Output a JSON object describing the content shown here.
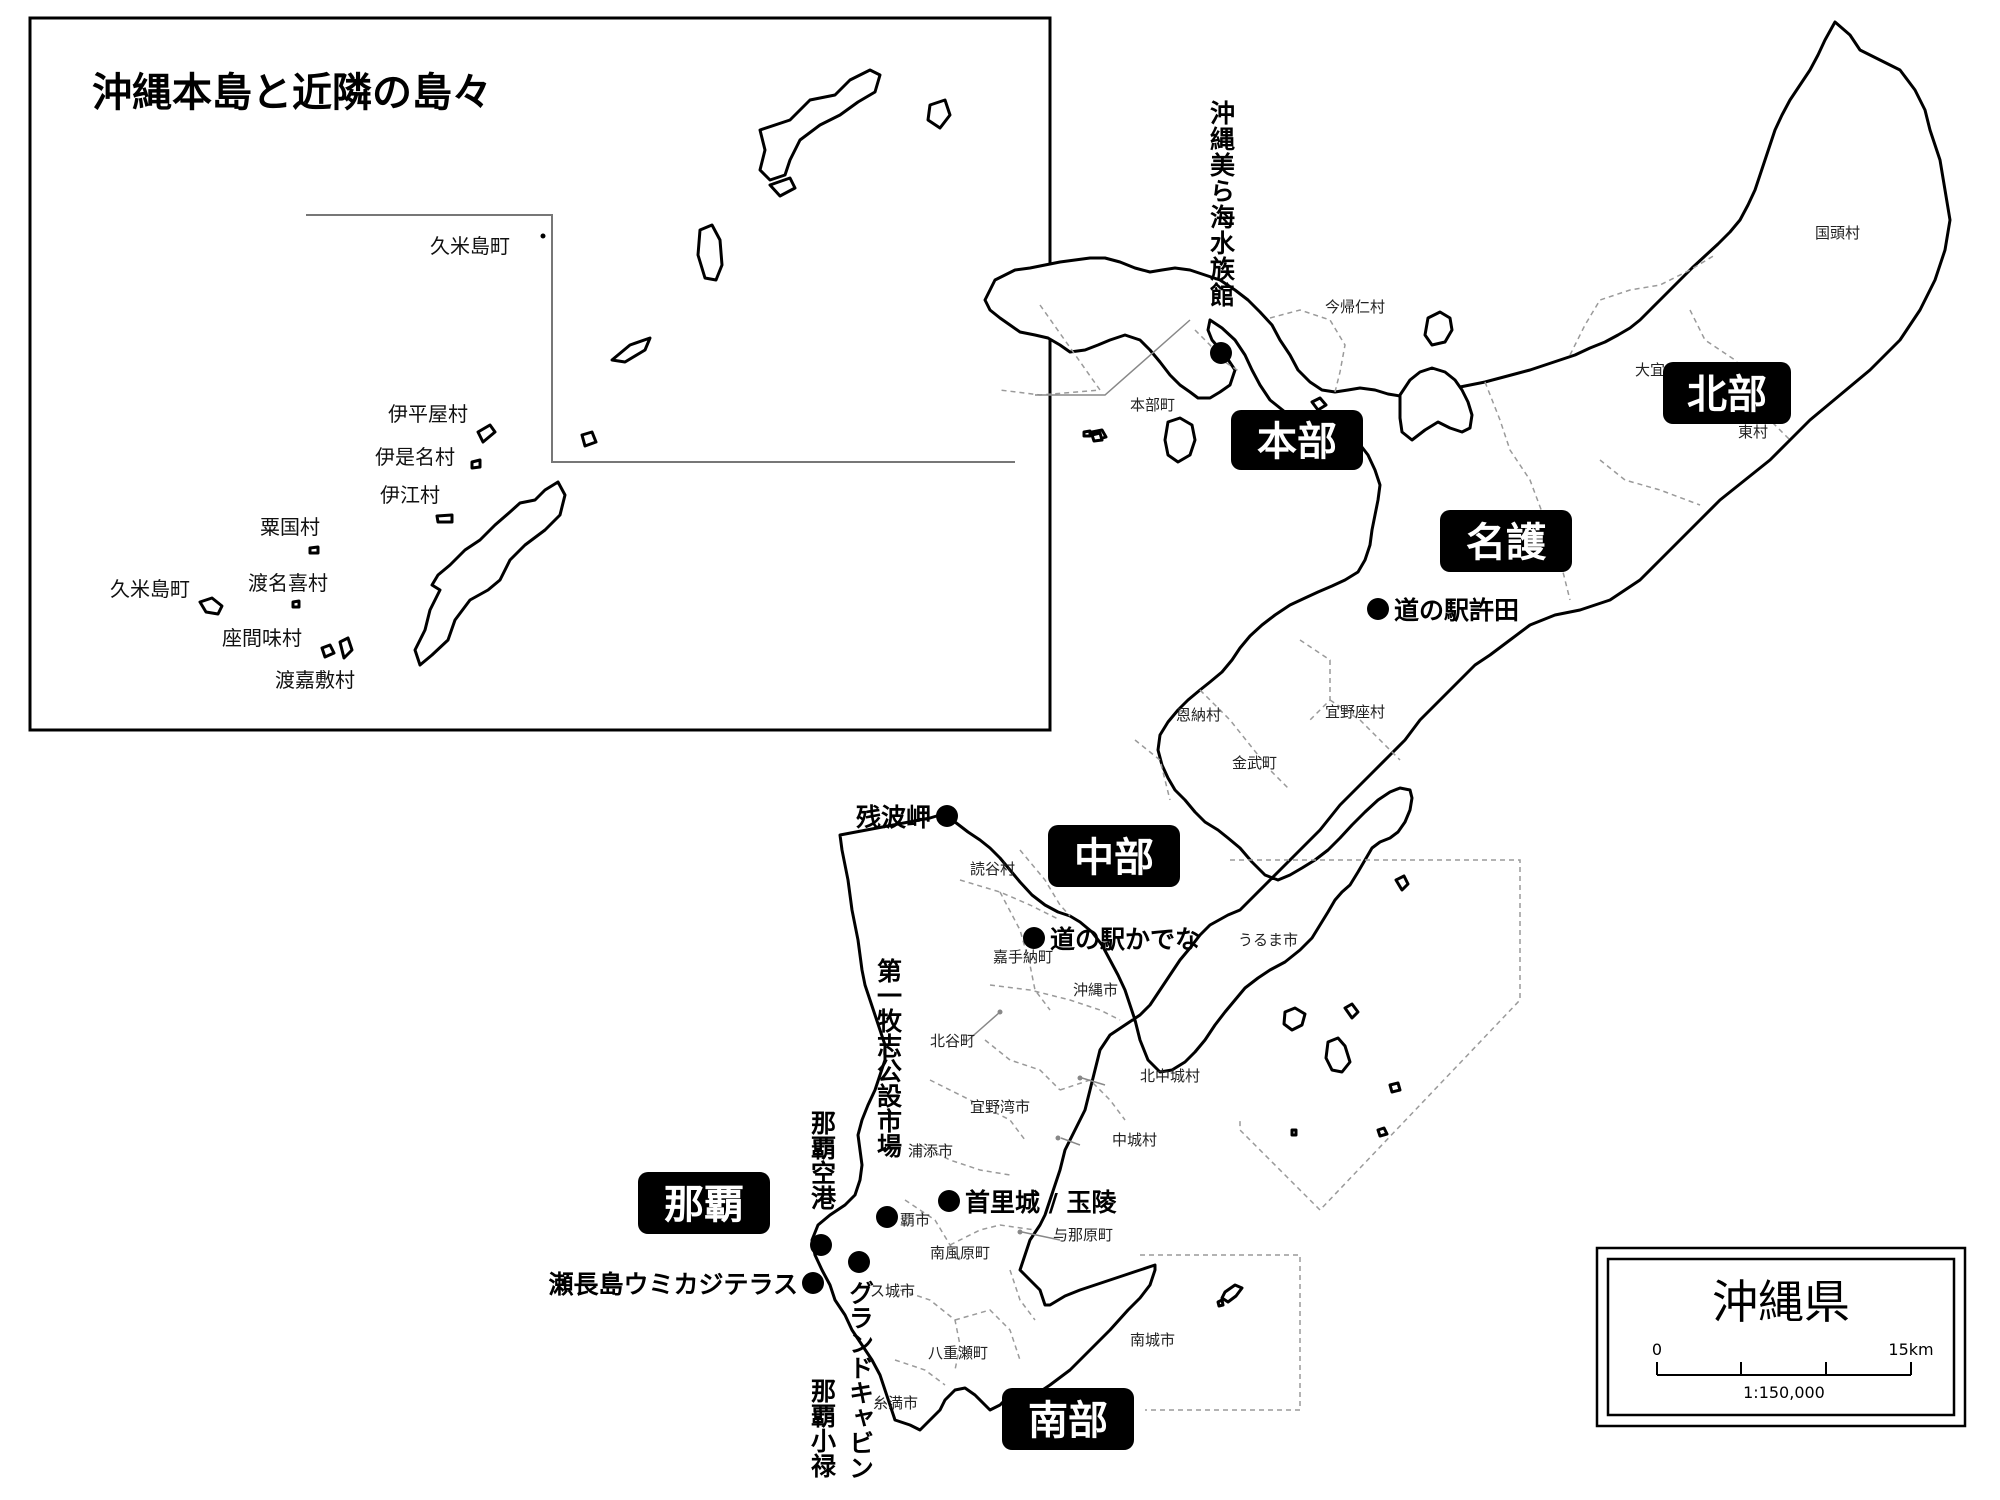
{
  "inset": {
    "title": "沖縄本島と近隣の島々",
    "labels": {
      "kumejima_top": "久米島町",
      "iheya": "伊平屋村",
      "izena": "伊是名村",
      "ie": "伊江村",
      "aguni": "粟国村",
      "tonaki": "渡名喜村",
      "kumejima_left": "久米島町",
      "zamami": "座間味村",
      "tokashiki": "渡嘉敷村"
    }
  },
  "regions": {
    "hokubu": "北部",
    "motobu": "本部",
    "nago": "名護",
    "chubu": "中部",
    "naha": "那覇",
    "nanbu": "南部"
  },
  "pois": {
    "churaumi": "沖縄美ら海水族館",
    "kyoda": "道の駅許田",
    "zanpa": "残波岬",
    "kadena": "道の駅かでな",
    "makishi": "第一牧志公設市場",
    "shuri": "首里城 / 玉陵",
    "naha_airport": "那覇空港",
    "senaga": "瀬長島ウミカジテラス",
    "grand_cabin": "グランドキャビン",
    "naha_koroku": "那覇小禄"
  },
  "municipalities": {
    "kunigami": "国頭村",
    "nakijin": "今帰仁村",
    "motobu": "本部町",
    "ogimi": "大宜",
    "higashi": "東村",
    "onna": "恩納村",
    "ginoza": "宜野座村",
    "kin": "金武町",
    "yomitan": "読谷村",
    "uruma": "うるま市",
    "kadena": "嘉手納町",
    "okinawa": "沖縄市",
    "chatan": "北谷町",
    "kitanakagusuku": "北中城村",
    "ginowan": "宜野湾市",
    "nakagusuku": "中城村",
    "urasoe": "浦添市",
    "naha": "覇市",
    "yonabaru": "与那原町",
    "haebaru": "南風原町",
    "tomigusuku": "ス城市",
    "nanjo": "南城市",
    "yaese": "八重瀬町",
    "itoman": "糸満市"
  },
  "legend": {
    "prefecture": "沖縄県",
    "scale_start": "0",
    "scale_end": "15km",
    "ratio": "1:150,000"
  }
}
